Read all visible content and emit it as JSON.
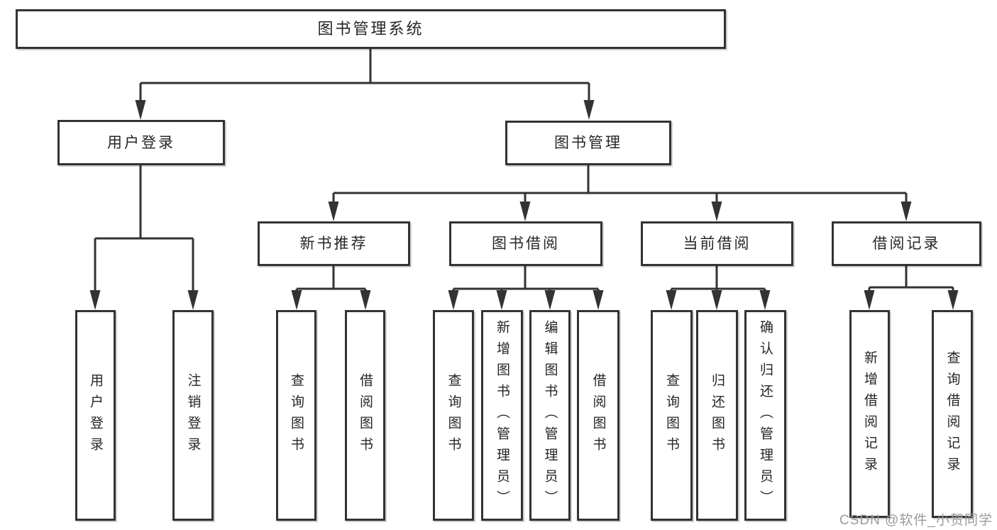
{
  "diagram_title": "图书管理系统",
  "tree": {
    "root": "图书管理系统",
    "level2": {
      "user_login": "用户登录",
      "book_management": "图书管理"
    },
    "level3": {
      "new_book_recommend": "新书推荐",
      "book_borrow": "图书借阅",
      "current_borrow": "当前借阅",
      "borrow_record": "借阅记录"
    },
    "leaves": {
      "user_login": "用户登录",
      "logout": "注销登录",
      "nbr_query_books": "查询图书",
      "nbr_borrow_books": "借阅图书",
      "bb_query_books": "查询图书",
      "bb_add_books_admin": "新增图书（管理员）",
      "bb_edit_books_admin": "编辑图书（管理员）",
      "bb_borrow_books": "借阅图书",
      "cb_query_books": "查询图书",
      "cb_return_books": "归还图书",
      "cb_confirm_return_admin": "确认归还（管理员）",
      "br_add_record": "新增借阅记录",
      "br_query_record": "查询借阅记录"
    }
  },
  "watermark": "CSDN @软件_小贺同学",
  "colors": {
    "line": "#333333",
    "box_border": "#333333",
    "box_background": "#ffffff",
    "text": "#262626",
    "watermark": "#9b9b9b",
    "page_background": "#ffffff"
  }
}
